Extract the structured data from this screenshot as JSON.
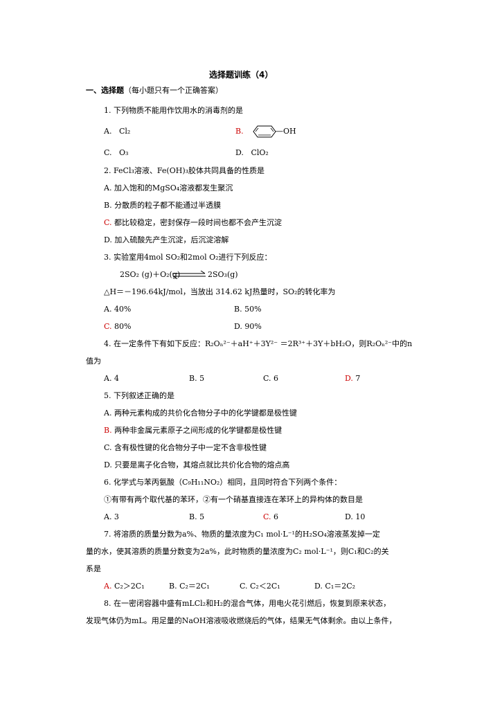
{
  "title": "选择题训练（4）",
  "section": {
    "heading": "一、选择题",
    "note": "（每小题只有一个正确答案）"
  },
  "q1": {
    "stem": "1. 下列物质不能用作饮用水的消毒剂的是",
    "a_letter": "A.",
    "a_text": "Cl₂",
    "b_letter": "B.",
    "b_text": "—OH",
    "c_letter": "C.",
    "c_text": "O₃",
    "d_letter": "D.",
    "d_text": "ClO₂"
  },
  "q2": {
    "stem": "2. FeCl₃溶液、Fe(OH)₃胶体共同具备的性质是",
    "a": "A. 加入饱和的MgSO₄溶液都发生聚沉",
    "b": "B. 分散质的粒子都不能通过半透膜",
    "c_letter": "C.",
    "c_text": " 都比较稳定，密封保存一段时间也都不会产生沉淀",
    "d": "D. 加入硫酸先产生沉淀，后沉淀溶解"
  },
  "q3": {
    "stem": "3. 实验室用4mol SO₂和2mol O₂进行下列反应：",
    "eq_left": "2SO₂ (g)＋O₂(g)",
    "eq_right": "2SO₃(g)",
    "heat": "△H＝－196.64kJ/mol，当放出 314.62 kJ热量时，SO₂的转化率为",
    "a": "A. 40%",
    "b": "B.   50%",
    "c_letter": "C.",
    "c_text": " 80%",
    "d": "D.   90%"
  },
  "q4": {
    "stem1": "4. 在一定条件下有如下反应：R₂Oₙ²⁻＋aH⁺＋3Y²⁻ ＝2R³⁺＋3Y＋bH₂O，则R₂Oₙ²⁻中的n",
    "stem2": "值为",
    "a": "A. 4",
    "b": "B. 5",
    "c": "C. 6",
    "d_letter": "D.",
    "d_text": " 7"
  },
  "q5": {
    "stem": "5. 下列叙述正确的是",
    "a": "A. 两种元素构成的共价化合物分子中的化学键都是极性键",
    "b_letter": "B.",
    "b_text": " 两种非金属元素原子之间形成的化学键都是极性键",
    "c": "C. 含有极性键的化合物分子中一定不含非极性键",
    "d": "D. 只要是离子化合物，其熔点就比共价化合物的熔点高"
  },
  "q6": {
    "stem": "6. 化学式与苯丙氨酸（C₉H₁₁NO₂）相同，且同时符合下列两个条件：",
    "cond": "①有带有两个取代基的苯环，②有一个硝基直接连在苯环上的异构体的数目是",
    "a": "A. 3",
    "b": "B. 5",
    "c_letter": "C.",
    "c_text": " 6",
    "d": "D. 10"
  },
  "q7": {
    "line1": "7. 将溶质的质量分数为a%、物质的量浓度为C₁ mol·L⁻¹的H₂SO₄溶液蒸发掉一定",
    "line2": "量的水，使其溶质的质量分数变为2a%，此时物质的量浓度为C₂ mol·L⁻¹，则C₁和C₂的关",
    "line3": "系是",
    "a_letter": "A.",
    "a_text": "  C₂＞2C₁",
    "b": "B.  C₂＝2C₁",
    "c": "C.  C₂＜2C₁",
    "d": "D.  C₁＝2C₂"
  },
  "q8": {
    "line1": "8. 在一密闭容器中盛有mLCl₂和H₂的混合气体，用电火花引燃后，恢复到原来状态，",
    "line2": "发现气体仍为mL。用足量的NaOH溶液吸收燃烧后的气体，结果无气体剩余。由以上条件，"
  }
}
